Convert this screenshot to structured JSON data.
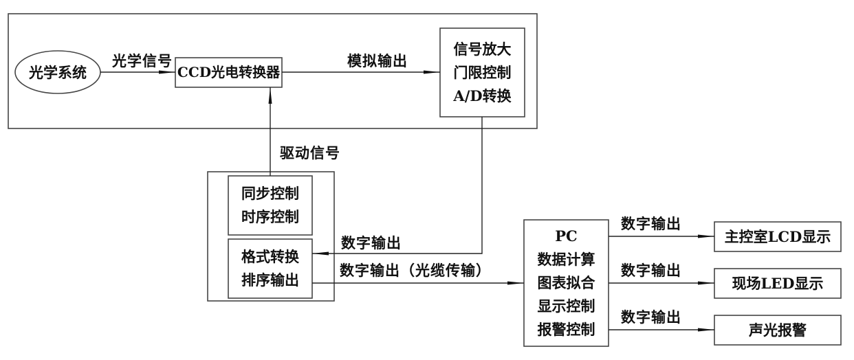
{
  "nodes": {
    "optical_system": "光学系统",
    "ccd_converter": "CCD光电转换器",
    "signal_processing": [
      "信号放大",
      "门限控制",
      "A/D转换"
    ],
    "sync_timing": [
      "同步控制",
      "时序控制"
    ],
    "format_convert": [
      "格式转换",
      "排序输出"
    ],
    "pc": [
      "PC",
      "数据计算",
      "图表拟合",
      "显示控制",
      "报警控制"
    ],
    "lcd_display": "主控室LCD显示",
    "led_display": "现场LED显示",
    "alarm": "声光报警"
  },
  "edges": {
    "optical_signal": "光学信号",
    "analog_output": "模拟输出",
    "drive_signal": "驱动信号",
    "digital_output": "数字输出",
    "digital_output_fiber": "数字输出（光缆传输）",
    "pc_to_lcd": "数字输出",
    "pc_to_led": "数字输出",
    "pc_to_alarm": "数字输出"
  }
}
